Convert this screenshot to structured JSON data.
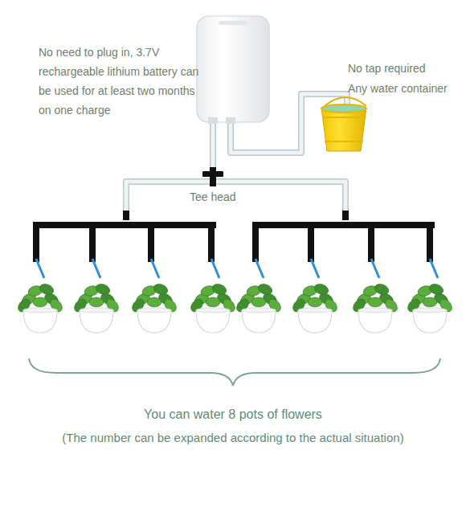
{
  "diagram": {
    "labels": [
      "No need to plug in, 3.7V rechargeable lithium battery can be used for at least two months on one charge",
      "No tap required",
      "Any water container",
      "Tee head",
      "You can water 8 pots of flowers",
      "(The number can be expanded according to the actual situation)"
    ]
  }
}
